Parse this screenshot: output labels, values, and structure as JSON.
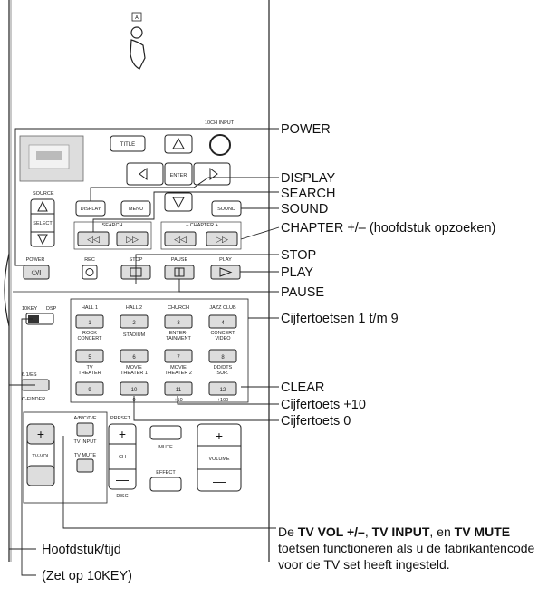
{
  "remote": {
    "top_badge": "A",
    "text_10ch_input": "10CH INPUT",
    "btn_title": "TITLE",
    "btn_enter": "ENTER",
    "text_source": "SOURCE",
    "text_select": "SELECT",
    "btn_display": "DISPLAY",
    "btn_menu": "MENU",
    "btn_sound": "SOUND",
    "text_search": "SEARCH",
    "text_chapter": "– CHAPTER +",
    "text_power": "POWER",
    "text_rec": "REC",
    "text_stop": "STOP",
    "text_pause": "PAUSE",
    "text_play": "PLAY",
    "text_10key": "10KEY",
    "text_dsp": "DSP",
    "text_61es": "6.1/ES",
    "text_cfinder": "C-FINDER",
    "text_abcde": "A/B/C/D/E",
    "text_tvinput": "TV INPUT",
    "text_tvmute": "TV MUTE",
    "text_tvvol": "TV-VOL",
    "text_preset": "PRESET",
    "text_ch": "CH",
    "text_disc": "DISC",
    "text_mute": "MUTE",
    "text_effect": "EFFECT",
    "text_volume": "VOLUME",
    "text_plus10": "+10",
    "text_plus100": "+100",
    "text_zero": "0",
    "num_keys": [
      {
        "top": "HALL 1",
        "num": "1"
      },
      {
        "top": "HALL 2",
        "num": "2"
      },
      {
        "top": "CHURCH",
        "num": "3"
      },
      {
        "top": "JAZZ CLUB",
        "num": "4"
      },
      {
        "top": "ROCK\nCONCERT",
        "num": "5"
      },
      {
        "top": "STADIUM",
        "num": "6"
      },
      {
        "top": "ENTER-\nTAINMENT",
        "num": "7"
      },
      {
        "top": "CONCERT\nVIDEO",
        "num": "8"
      },
      {
        "top": "TV\nTHEATER",
        "num": "9"
      },
      {
        "top": "MOVIE\nTHEATER 1",
        "num": "10"
      },
      {
        "top": "MOVIE\nTHEATER 2",
        "num": "11"
      },
      {
        "top": "DD/DTS\nSUR.",
        "num": "12"
      }
    ]
  },
  "callouts": {
    "power": "POWER",
    "display": "DISPLAY",
    "search": "SEARCH",
    "sound": "SOUND",
    "chapter": "CHAPTER +/– (hoofdstuk opzoeken)",
    "stop": "STOP",
    "play": "PLAY",
    "pause": "PAUSE",
    "cijfertoetsen": "Cijfertoetsen 1 t/m 9",
    "clear": "CLEAR",
    "plus10": "Cijfertoets +10",
    "zero": "Cijfertoets 0",
    "hoofdstuk": "Hoofdstuk/tijd",
    "zet": "(Zet op 10KEY)"
  },
  "note": {
    "prefix": "De ",
    "tv_vol": "TV VOL +/–",
    "sep1": ", ",
    "tv_input": "TV INPUT",
    "sep2": ", en ",
    "tv_mute": "TV MUTE",
    "rest": " toetsen functioneren als u de fabrikantencode voor de TV set heeft ingesteld."
  }
}
